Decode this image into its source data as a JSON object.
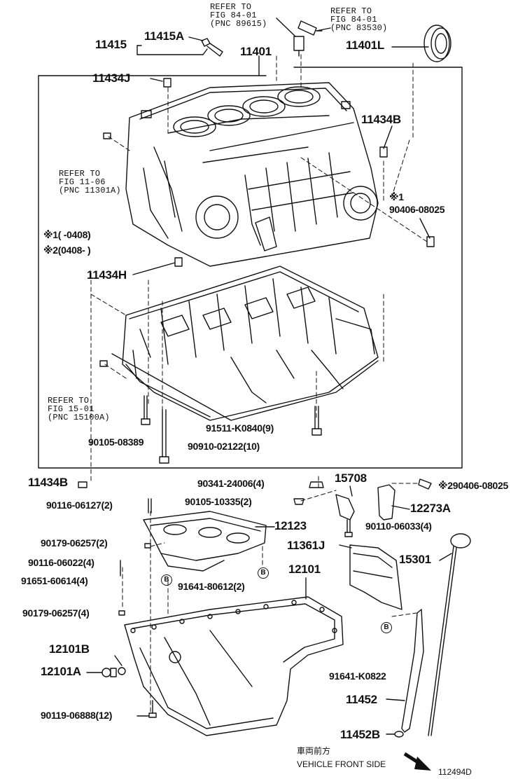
{
  "labels": {
    "p11415": "11415",
    "p11415A": "11415A",
    "p11401": "11401",
    "p11401L": "11401L",
    "p11434J": "11434J",
    "p11434B_top": "11434B",
    "p11434H": "11434H",
    "p11434B_left": "11434B",
    "p90406_08025": "90406-08025",
    "p90406_08025_2": "※290406-08025",
    "note1_mark": "※1",
    "note1_range": "※1(      -0408)",
    "note2_range": "※2(0408-      )",
    "p91511": "91511-K0840(9)",
    "p90105_08389": "90105-08389",
    "p90910": "90910-02122(10)",
    "p90341": "90341-24006(4)",
    "p15708": "15708",
    "p90105_10335": "90105-10335(2)",
    "p12273A": "12273A",
    "p90116_06127": "90116-06127(2)",
    "p90110_06033": "90110-06033(4)",
    "p12123": "12123",
    "p90179_06257_a": "90179-06257(2)",
    "p11361J": "11361J",
    "p15301": "15301",
    "p90116_06022": "90116-06022(4)",
    "p12101": "12101",
    "p91651": "91651-60614(4)",
    "p91641_80612": "91641-80612(2)",
    "p90179_06257_b": "90179-06257(4)",
    "p12101B": "12101B",
    "p12101A": "12101A",
    "p91641_K0822": "91641-K0822",
    "p11452": "11452",
    "p90119": "90119-06888(12)",
    "p11452B": "11452B",
    "circle_b": "B"
  },
  "refs": {
    "ref1": [
      "REFER TO",
      "FIG 84-01",
      "(PNC 89615)"
    ],
    "ref2": [
      "REFER TO",
      "FIG 84-01",
      "(PNC 83530)"
    ],
    "ref3": [
      "REFER TO",
      "FIG 11-06",
      "(PNC 11301A)"
    ],
    "ref4": [
      "REFER TO",
      "FIG 15-01",
      "(PNC 15100A)"
    ]
  },
  "footer": {
    "jp": "車両前方",
    "en": "VEHICLE FRONT SIDE",
    "code": "112494D"
  }
}
